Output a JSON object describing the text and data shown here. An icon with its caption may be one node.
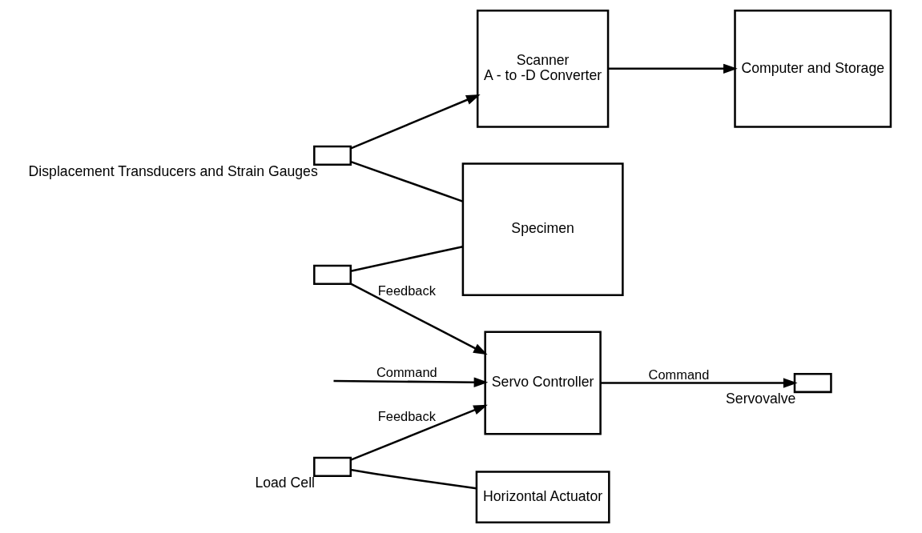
{
  "diagram": {
    "nodes": [
      {
        "text": [
          "Computer and Storage"
        ]
      },
      {
        "text": [
          "Scanner",
          "A - to -D Converter"
        ]
      },
      {
        "text": [
          "Specimen"
        ]
      },
      {
        "text": [],
        "shape": "box",
        "beside": [
          "Displacement Transducers and Strain Gauges"
        ]
      },
      {
        "text": [],
        "shape": "box"
      },
      {
        "text": [],
        "shape": "box",
        "beside": [
          "Load Cell"
        ]
      },
      {
        "text": [
          "Horizontal Actuator"
        ]
      },
      {
        "text": [],
        "shape": "box",
        "beside": [
          "Servovalve"
        ]
      },
      {
        "text": [
          "Servo Controller"
        ]
      }
    ],
    "edges": [
      {
        "from": 1,
        "to": 0,
        "arrow": "to"
      },
      {
        "from": 3,
        "to": 1,
        "arrow": "to"
      },
      {
        "from": 3,
        "to": 2,
        "arrow": "none"
      },
      {
        "from": 4,
        "to": 2,
        "arrow": "none"
      },
      {
        "from": 5,
        "to": 6,
        "arrow": "none"
      },
      {
        "from": 4,
        "to": 8,
        "arrow": "to",
        "label": "Feedback"
      },
      {
        "from": 5,
        "to": 8,
        "arrow": "to",
        "label": "Feedback"
      },
      {
        "from": 8,
        "to": 7,
        "arrow": "to",
        "label": "Command"
      },
      {
        "from": null,
        "to": 8,
        "arrow": "to",
        "label": "Command"
      }
    ]
  }
}
